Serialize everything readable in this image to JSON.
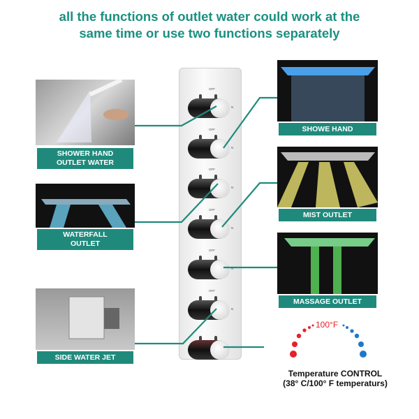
{
  "headline": {
    "line1": "all the functions of outlet water could work at the",
    "line2": "same time or use two functions separately"
  },
  "left_cards": [
    {
      "label_line1": "SHOWER HAND",
      "label_line2": "OUTLET WATER"
    },
    {
      "label_line1": "WATERFALL",
      "label_line2": "OUTLET"
    },
    {
      "label_line1": "SIDE WATER JET",
      "label_line2": ""
    }
  ],
  "right_cards": [
    {
      "label_line1": "SHOWE HAND"
    },
    {
      "label_line1": "MIST OUTLET"
    },
    {
      "label_line1": "MASSAGE OUTLET"
    }
  ],
  "knob_labels": {
    "off": "OFF",
    "on": "N"
  },
  "thermostat": {
    "value": "100°F",
    "title_line1": "Temperature CONTROL",
    "title_line2": "(38° C/100° F temperaturs)"
  },
  "colors": {
    "accent": "#1f8a7c",
    "hot": "#e8202a",
    "cold": "#1f78c8"
  }
}
